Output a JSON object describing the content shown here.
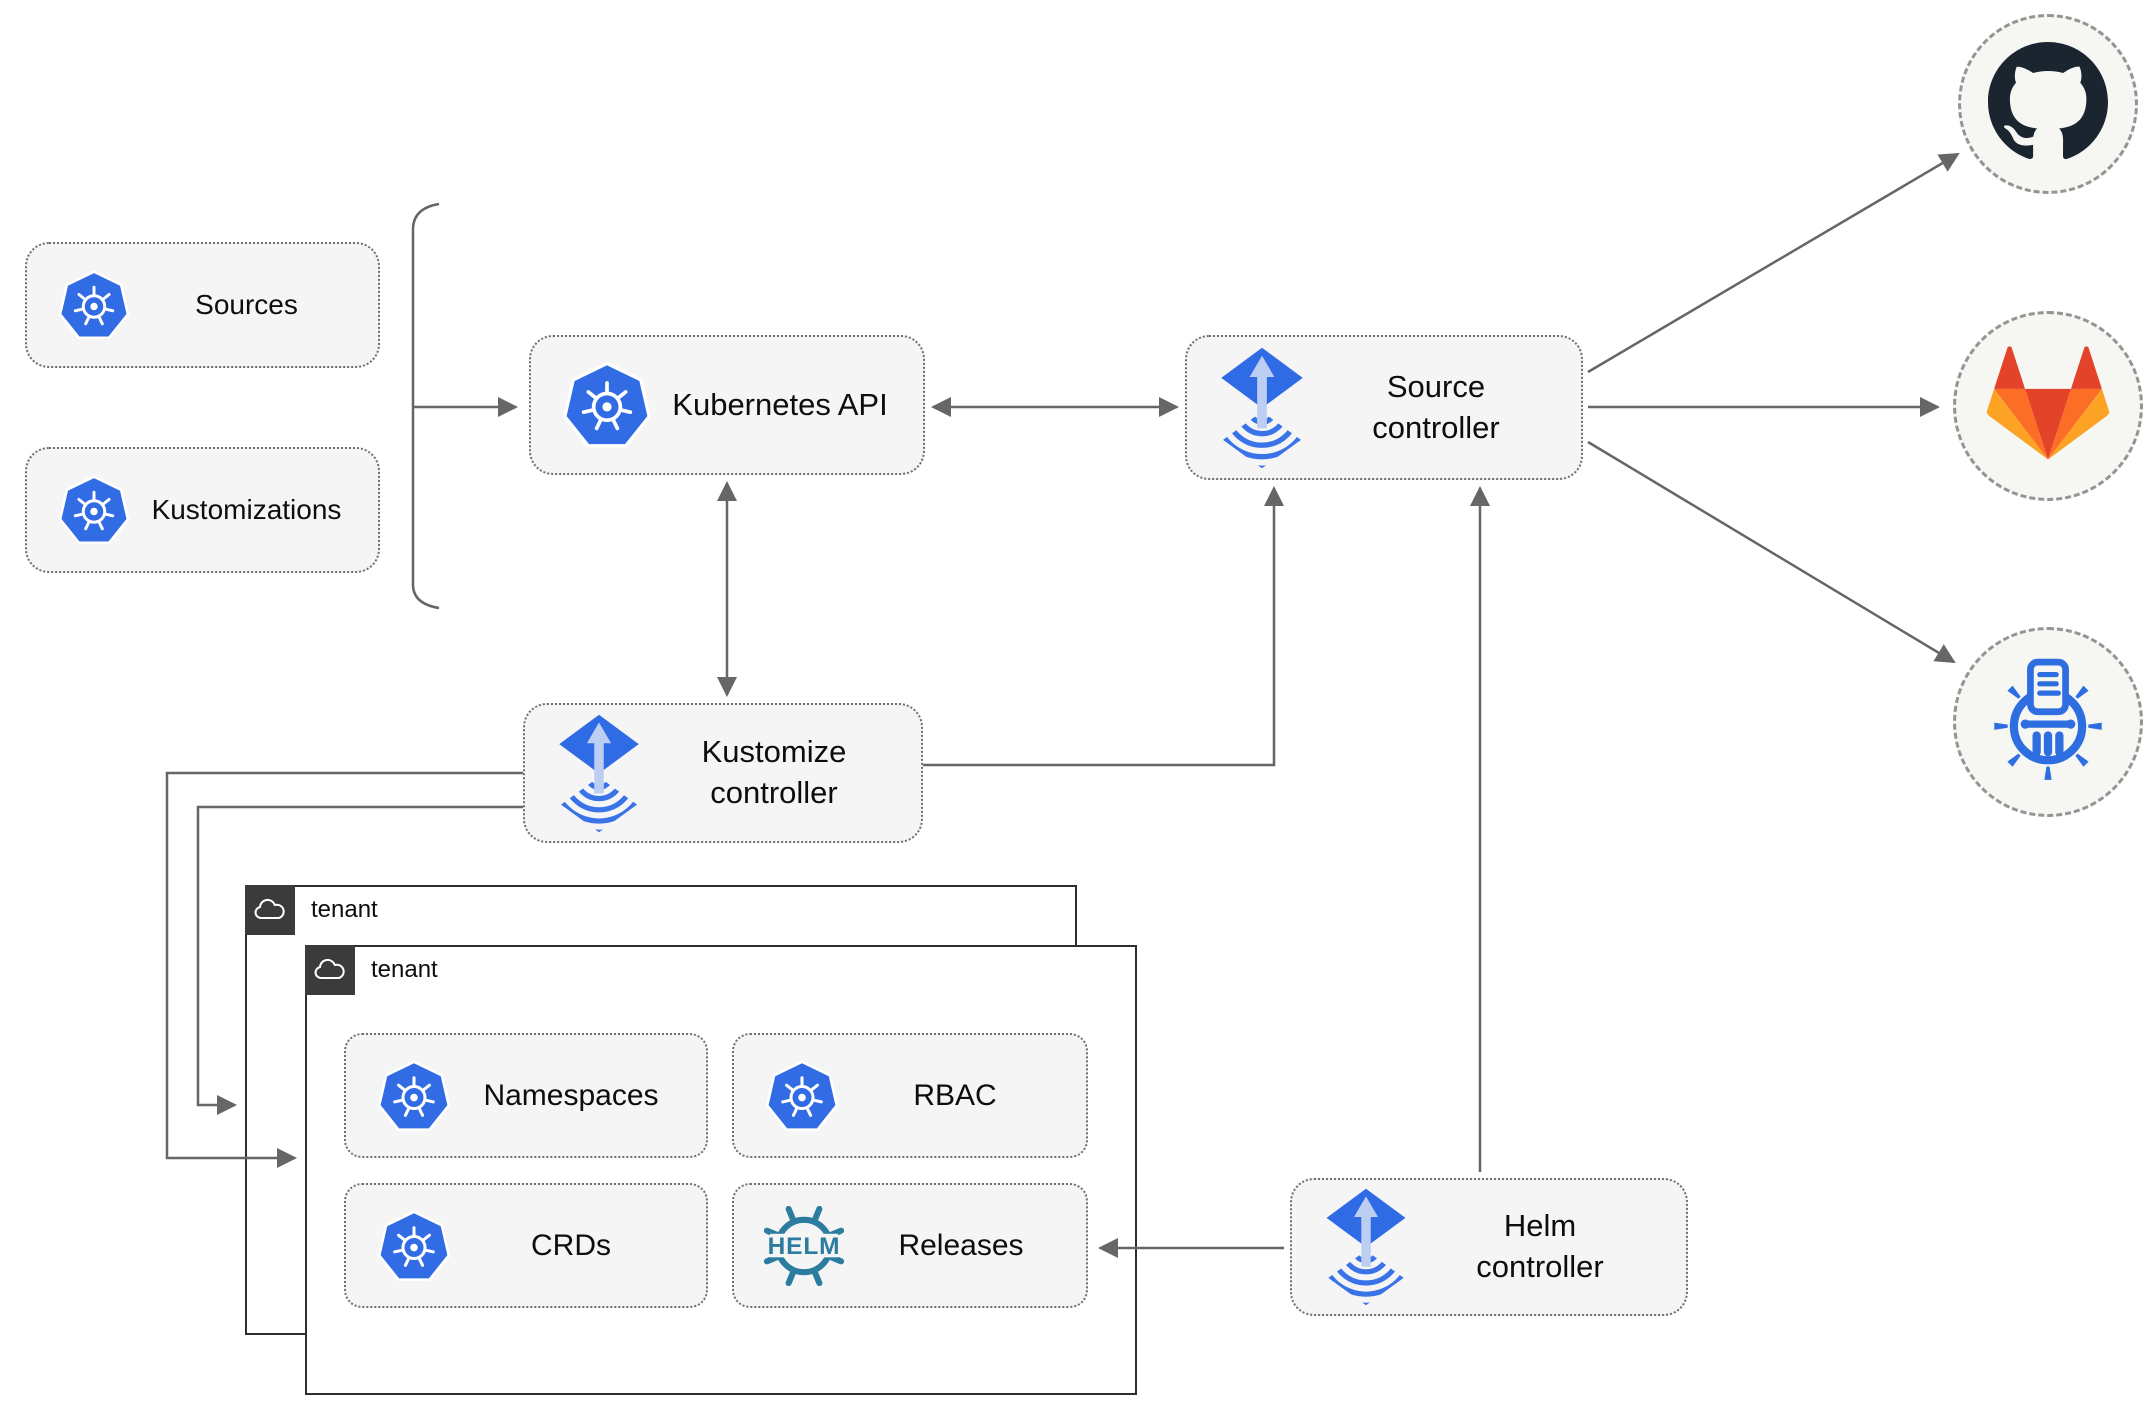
{
  "nodes": {
    "sources": {
      "label": "Sources",
      "icon": "kubernetes-icon"
    },
    "kustomizations": {
      "label": "Kustomizations",
      "icon": "kubernetes-icon"
    },
    "kubernetes_api": {
      "label": "Kubernetes API",
      "icon": "kubernetes-icon"
    },
    "source_controller": {
      "line1": "Source",
      "line2": "controller",
      "icon": "flux-icon"
    },
    "kustomize_controller": {
      "line1": "Kustomize",
      "line2": "controller",
      "icon": "flux-icon"
    },
    "helm_controller": {
      "line1": "Helm",
      "line2": "controller",
      "icon": "flux-icon"
    },
    "namespaces": {
      "label": "Namespaces",
      "icon": "kubernetes-icon"
    },
    "rbac": {
      "label": "RBAC",
      "icon": "kubernetes-icon"
    },
    "crds": {
      "label": "CRDs",
      "icon": "kubernetes-icon"
    },
    "releases": {
      "label": "Releases",
      "icon": "helm-wheel-icon",
      "wordmark": "HELM"
    }
  },
  "groups": {
    "tenant_outer": {
      "label": "tenant",
      "icon": "cloud-icon"
    },
    "tenant_inner": {
      "label": "tenant",
      "icon": "cloud-icon"
    }
  },
  "endpoints": {
    "github": {
      "icon": "github-logo"
    },
    "gitlab": {
      "icon": "gitlab-logo"
    },
    "chartmuseum": {
      "icon": "chartmuseum-logo"
    }
  },
  "colors": {
    "kubernetes_blue": "#326ce5",
    "flux_blue": "#2f6be4",
    "flux_arrow_light": "#bccff2",
    "flux_wave_blue": "#3a73e8",
    "helm_teal": "#2b7c9e",
    "github_dark": "#1b2530",
    "gitlab_red": "#e24329",
    "gitlab_orange": "#fc6d26",
    "gitlab_amber": "#fca326",
    "chartmuseum_blue": "#2f6ee0",
    "wire_gray": "#666666",
    "node_fill": "#f5f5f5",
    "group_tab_dark": "#3b3b3b"
  }
}
